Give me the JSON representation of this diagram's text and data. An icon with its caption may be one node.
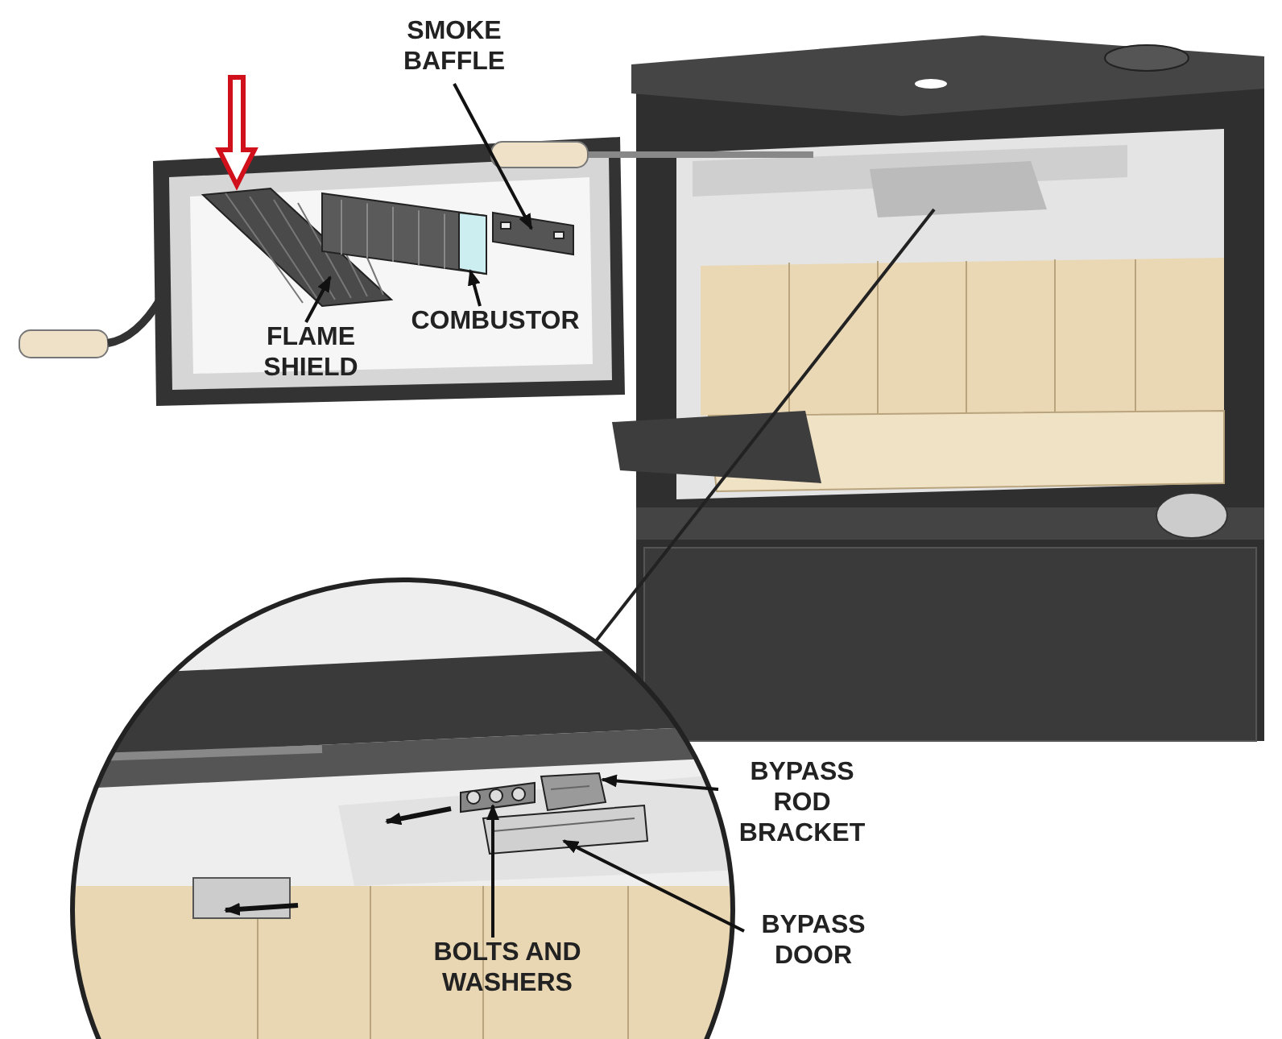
{
  "diagram": {
    "nodes": [
      {
        "text": [
          "SMOKE BAFFLE"
        ]
      },
      {
        "text": [
          "FLAME SHIELD"
        ]
      },
      {
        "text": [
          "COMBUSTOR"
        ]
      },
      {
        "text": [
          "BYPASS ROD BRACKET"
        ]
      },
      {
        "text": [
          "BYPASS DOOR"
        ]
      },
      {
        "text": [
          "BOLTS AND WASHERS"
        ]
      },
      {
        "text": [],
        "shape": "picture"
      },
      {
        "text": [],
        "shape": "picture"
      },
      {
        "text": [],
        "shape": "picture"
      },
      {
        "text": [],
        "shape": "picture"
      },
      {
        "text": [],
        "shape": "picture"
      },
      {
        "text": [],
        "shape": "picture"
      }
    ],
    "edges": [
      {
        "from": 0,
        "to": 8,
        "arrow": "to"
      },
      {
        "from": 1,
        "to": 6,
        "arrow": "to"
      },
      {
        "from": 2,
        "to": 7,
        "arrow": "to"
      },
      {
        "from": 3,
        "to": 10,
        "arrow": "to"
      },
      {
        "from": 4,
        "to": 11,
        "arrow": "to"
      },
      {
        "from": 5,
        "to": 9,
        "arrow": "to"
      }
    ]
  }
}
